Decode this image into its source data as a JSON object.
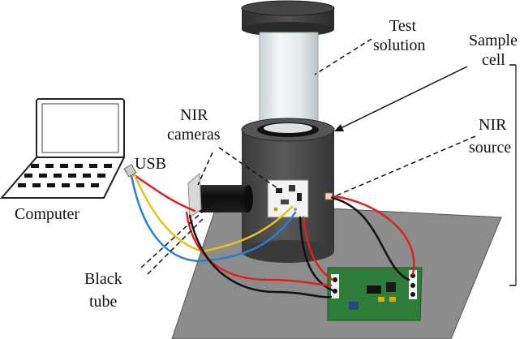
{
  "labels": {
    "test_solution_line1": "Test",
    "test_solution_line2": "solution",
    "sample_cell_line1": "Sample",
    "sample_cell_line2": "cell",
    "nir_cameras_line1": "NIR",
    "nir_cameras_line2": "cameras",
    "nir_source_line1": "NIR",
    "nir_source_line2": "source",
    "usb": "USB",
    "computer": "Computer",
    "black_tube_line1": "Black",
    "black_tube_line2": "tube"
  },
  "colors": {
    "cylinder_body": "#4a4a4a",
    "cylinder_top": "#3d3d3d",
    "platform": "#8c8c8c",
    "pcb": "#2f7d3a",
    "wire_red": "#e02020",
    "wire_yellow": "#e8c21a",
    "wire_blue": "#2d7fd0",
    "wire_black": "#111111",
    "tube_glass": "#dfe5e8"
  },
  "icons": [
    "laptop-icon",
    "camera-board-icon",
    "pcb-icon",
    "nir-source-icon"
  ]
}
